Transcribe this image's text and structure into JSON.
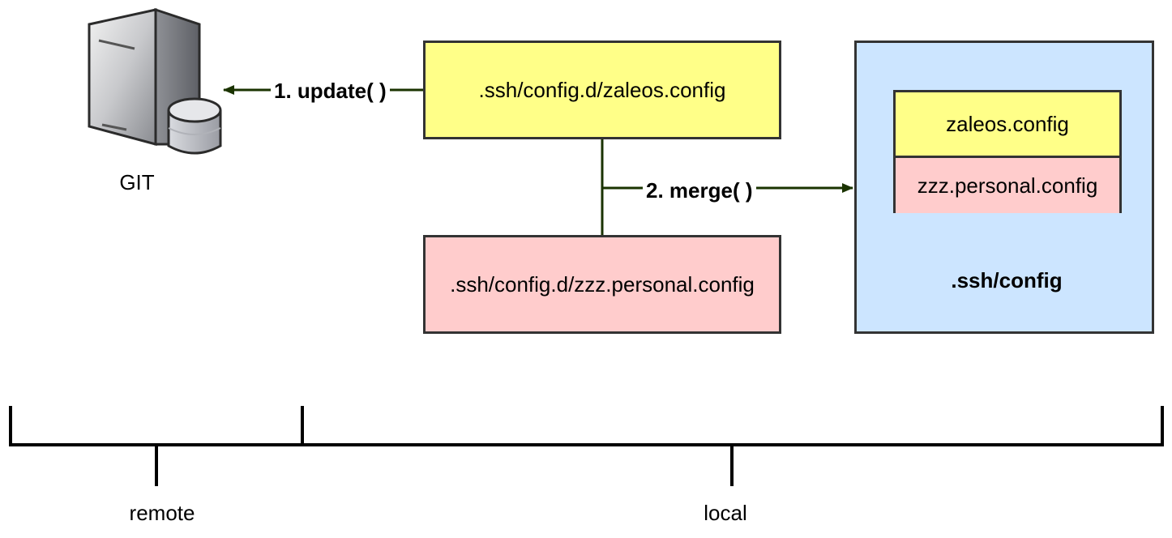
{
  "git": {
    "icon": "git-server-icon",
    "label": "GIT"
  },
  "boxes": {
    "zaleos_source": {
      "label": ".ssh/config.d/zaleos.config",
      "color": "#ffff88"
    },
    "personal_source": {
      "label": ".ssh/config.d/zzz.personal.config",
      "color": "#ffcccc"
    },
    "ssh_config": {
      "label": ".ssh/config",
      "color": "#cce5ff",
      "parts": [
        {
          "label": "zaleos.config",
          "color": "#ffff88"
        },
        {
          "label": "zzz.personal.config",
          "color": "#ffcccc"
        }
      ]
    }
  },
  "edges": {
    "update": "1. update( )",
    "merge": "2. merge( )"
  },
  "timeline": {
    "remote": "remote",
    "local": "local"
  },
  "colors": {
    "arrow": "#1a3300",
    "border": "#333333",
    "axis": "#000000"
  }
}
